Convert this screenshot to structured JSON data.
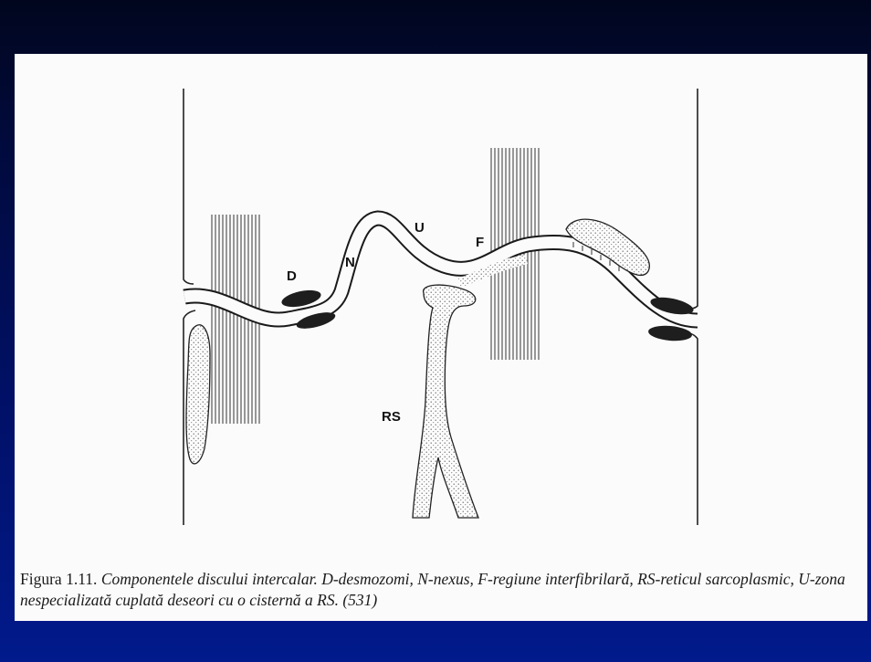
{
  "diagram": {
    "labels": {
      "D": "D",
      "N": "N",
      "U": "U",
      "F": "F",
      "RS": "RS"
    }
  },
  "caption": {
    "label": "Figura",
    "number": "1.11.",
    "text": "Componentele discului intercalar. D-desmozomi, N-nexus, F-regiune interfibrilară, RS-reticul sarcoplasmic, U-zona nespecializată cuplată deseori cu o cisternă a RS. (531)"
  },
  "colors": {
    "background_top": "#01061e",
    "background_bottom": "#011a8c",
    "panel": "#fbfbfb",
    "ink": "#111111"
  }
}
